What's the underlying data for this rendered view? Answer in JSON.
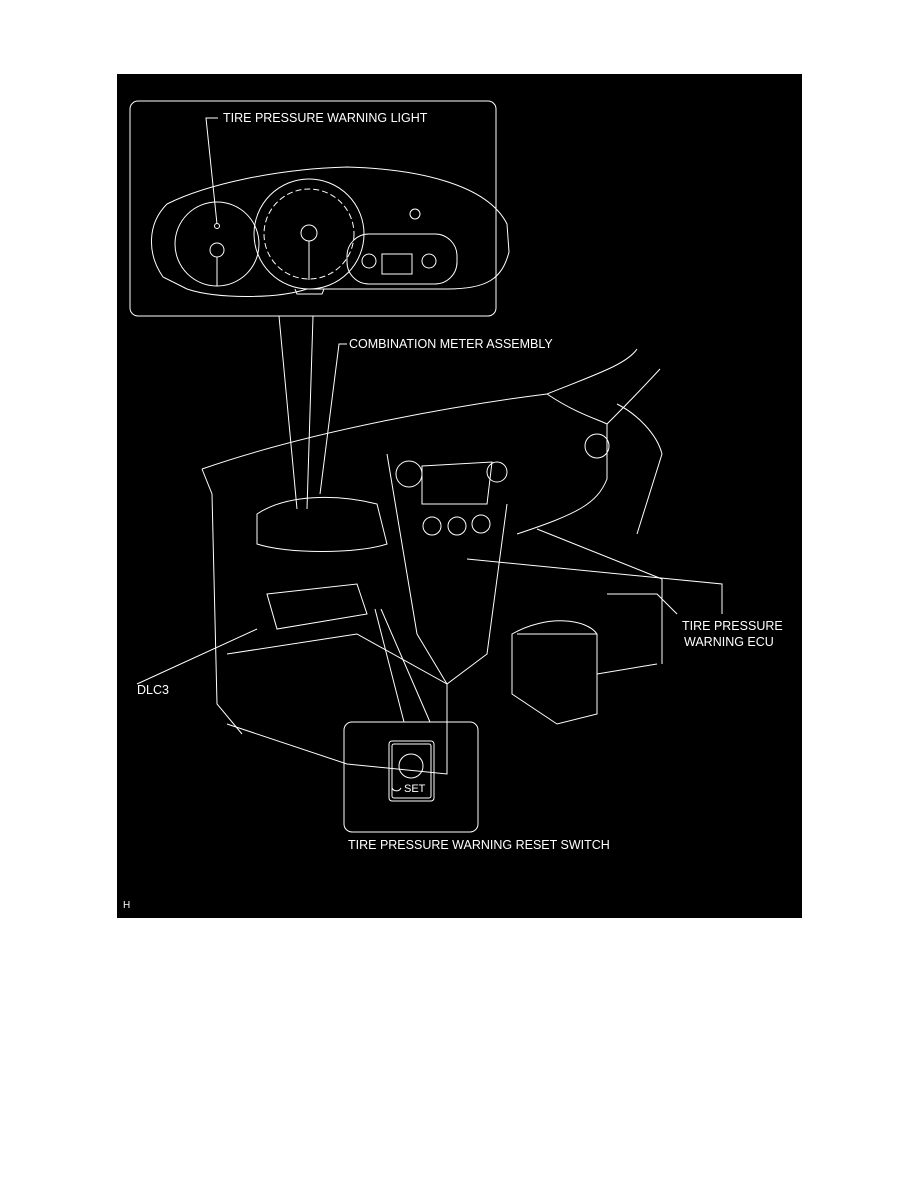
{
  "labels": {
    "warning_light": "TIRE PRESSURE WARNING LIGHT",
    "combination_meter": "COMBINATION METER ASSEMBLY",
    "ecu_line1": "TIRE PRESSURE",
    "ecu_line2": "WARNING ECU",
    "dlc3": "DLC3",
    "reset_switch": "TIRE PRESSURE WARNING RESET SWITCH",
    "switch_text": "SET",
    "corner_code": "H"
  },
  "colors": {
    "background": "#000000",
    "lines": "#ffffff"
  }
}
